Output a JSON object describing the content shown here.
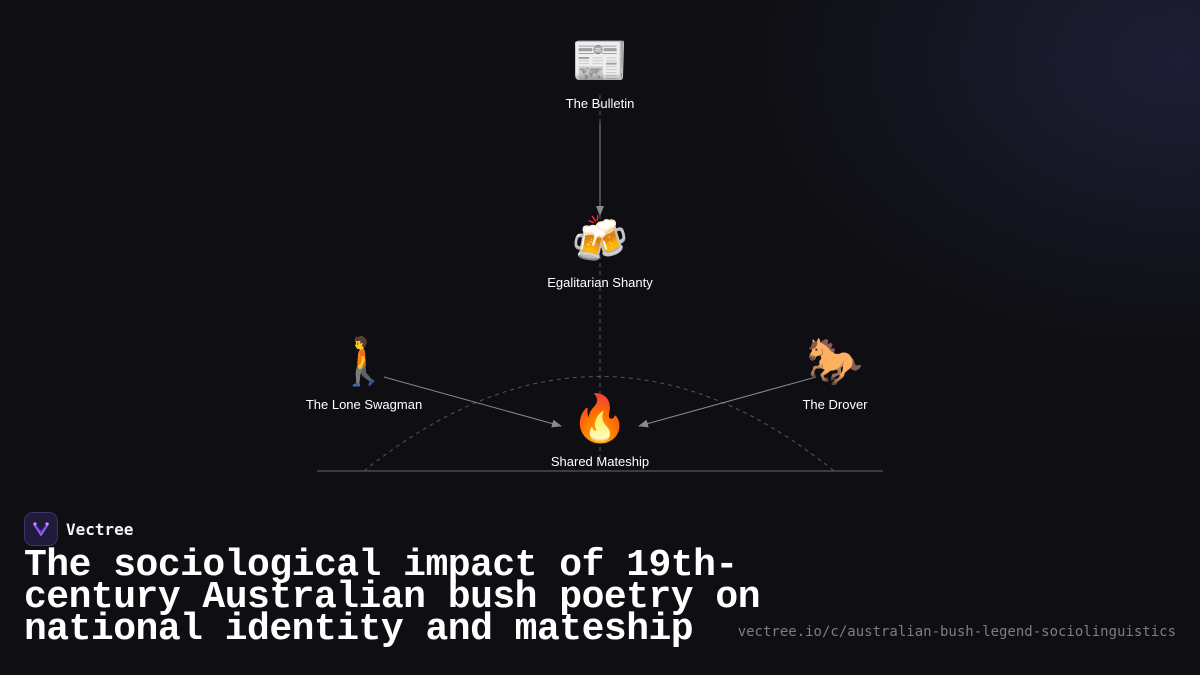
{
  "diagram": {
    "nodes": [
      {
        "id": "bulletin",
        "icon": "newspaper-icon",
        "emoji": "📰",
        "label": "The Bulletin"
      },
      {
        "id": "shanty",
        "icon": "beer-mugs-icon",
        "emoji": "🍻",
        "label": "Egalitarian Shanty"
      },
      {
        "id": "swagman",
        "icon": "walking-person-icon",
        "emoji": "🚶",
        "label": "The Lone Swagman"
      },
      {
        "id": "drover",
        "icon": "horse-icon",
        "emoji": "🐎",
        "label": "The Drover"
      },
      {
        "id": "mateship",
        "icon": "fire-icon",
        "emoji": "🔥",
        "label": "Shared Mateship"
      }
    ],
    "edges": [
      {
        "from": "bulletin",
        "to": "shanty"
      },
      {
        "from": "swagman",
        "to": "mateship"
      },
      {
        "from": "drover",
        "to": "mateship"
      }
    ]
  },
  "brand": {
    "name": "Vectree",
    "logo_icon": "vectree-logo-icon"
  },
  "title": "The sociological impact of 19th-century Australian bush poetry on national identity and mateship",
  "url": "vectree.io/c/australian-bush-legend-sociolinguistics",
  "colors": {
    "background": "#0f0f13",
    "text": "#ffffff",
    "edge": "#8a8a8a",
    "url": "#7c7c86",
    "logo_bg": "#1f1b3d",
    "logo_accent": "#a05cff"
  }
}
